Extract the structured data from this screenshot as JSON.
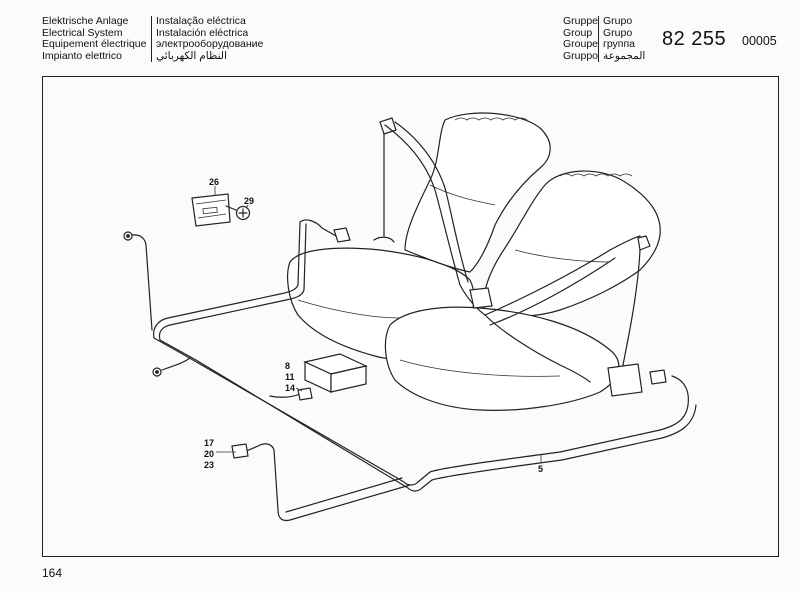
{
  "header": {
    "titles_col1": [
      "Elektrische Anlage",
      "Electrical System",
      "Equipement électrique",
      "Impianto elettrico"
    ],
    "titles_col2": [
      "Instalação eléctrica",
      "Instalación eléctrica",
      "электрооборудование",
      "النظام الكهربائي"
    ],
    "group_labels_col1": [
      "Gruppe",
      "Group",
      "Groupe",
      "Gruppo"
    ],
    "group_labels_col2": [
      "Grupo",
      "Grupo",
      "группа",
      "المجموعة"
    ],
    "group_number": "82 255",
    "sheet_id": "00005"
  },
  "callouts": {
    "c26": "26",
    "c29": "29",
    "c8": "8",
    "c11": "11",
    "c14": "14",
    "c17": "17",
    "c20": "20",
    "c23": "23",
    "c5": "5"
  },
  "footer": {
    "page_number": "164"
  }
}
